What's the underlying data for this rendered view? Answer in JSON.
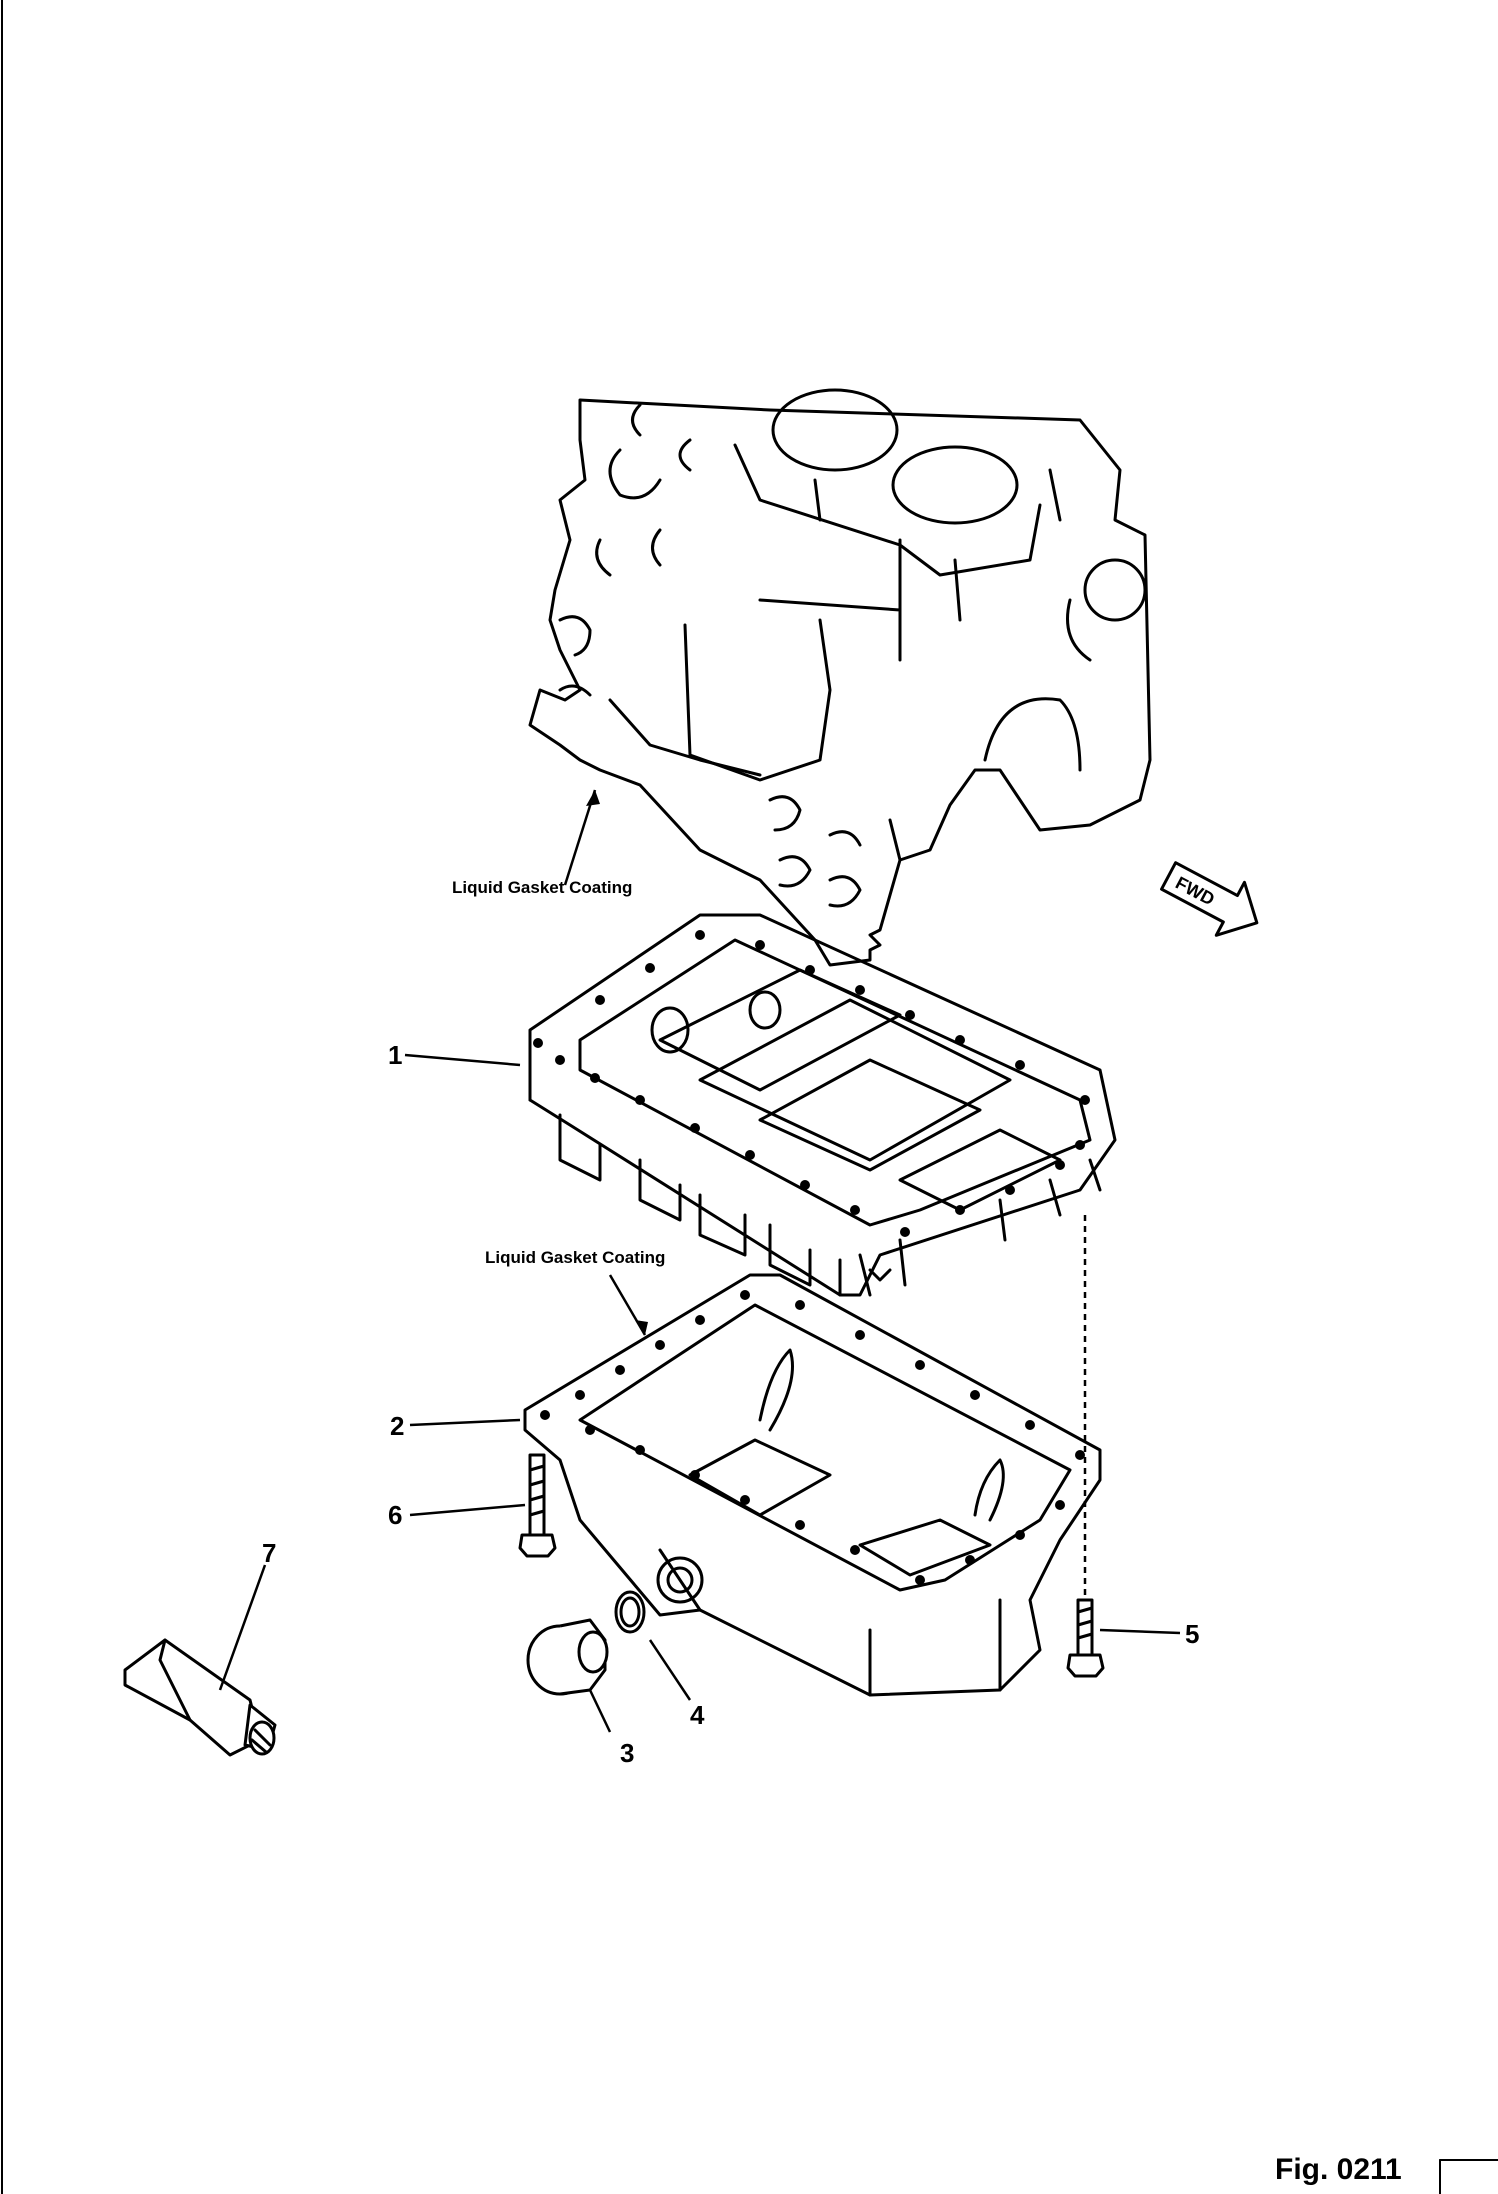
{
  "notes": {
    "upper_coating": "Liquid Gasket Coating",
    "lower_coating": "Liquid Gasket Coating"
  },
  "direction": {
    "label": "FWD",
    "icon": "fwd-arrow-icon"
  },
  "callouts": [
    "1",
    "2",
    "3",
    "4",
    "5",
    "6",
    "7"
  ],
  "figure": {
    "label": "Fig. 0211"
  }
}
